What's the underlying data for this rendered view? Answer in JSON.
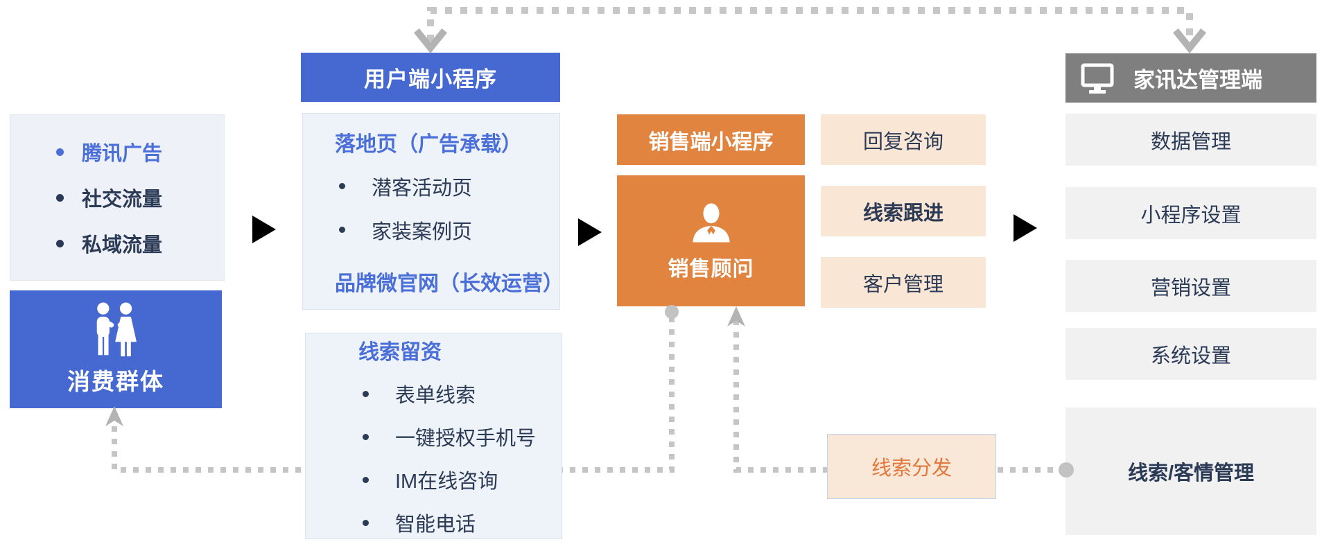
{
  "consumer": {
    "sources": [
      {
        "label": "腾讯广告"
      },
      {
        "label": "社交流量"
      },
      {
        "label": "私域流量"
      }
    ],
    "group_label": "消费群体"
  },
  "user_side": {
    "header": "用户端小程序",
    "landing": {
      "title": "落地页（广告承载）",
      "items": [
        {
          "label": "潜客活动页"
        },
        {
          "label": "家装案例页"
        }
      ],
      "footer": "品牌微官网（长效运营）"
    },
    "leads": {
      "title": "线索留资",
      "items": [
        {
          "label": "表单线索"
        },
        {
          "label": "一键授权手机号"
        },
        {
          "label": "IM在线咨询"
        },
        {
          "label": "智能电话"
        }
      ]
    }
  },
  "sales_side": {
    "header": "销售端小程序",
    "consultant_label": "销售顾问",
    "actions": [
      {
        "label": "回复咨询"
      },
      {
        "label": "线索跟进"
      },
      {
        "label": "客户管理"
      }
    ]
  },
  "admin_side": {
    "header": "家讯达管理端",
    "items": [
      {
        "label": "数据管理"
      },
      {
        "label": "小程序设置"
      },
      {
        "label": "营销设置"
      },
      {
        "label": "系统设置"
      }
    ],
    "bottom_label": "线索/客情管理"
  },
  "flow": {
    "distribution_label": "线索分发"
  },
  "colors": {
    "blue": "#4569d1",
    "orange": "#e08440",
    "gray_header": "#7f7f7f",
    "panel_bg": "#eef2f9",
    "peach_bg": "#f9e6d4",
    "light_gray_bg": "#f1f1f2",
    "text_dark": "#2b3a55",
    "text_blue": "#4b6fd8",
    "text_orange": "#e2793c",
    "connector_gray": "#c5c5c5",
    "arrow_black": "#000000"
  }
}
